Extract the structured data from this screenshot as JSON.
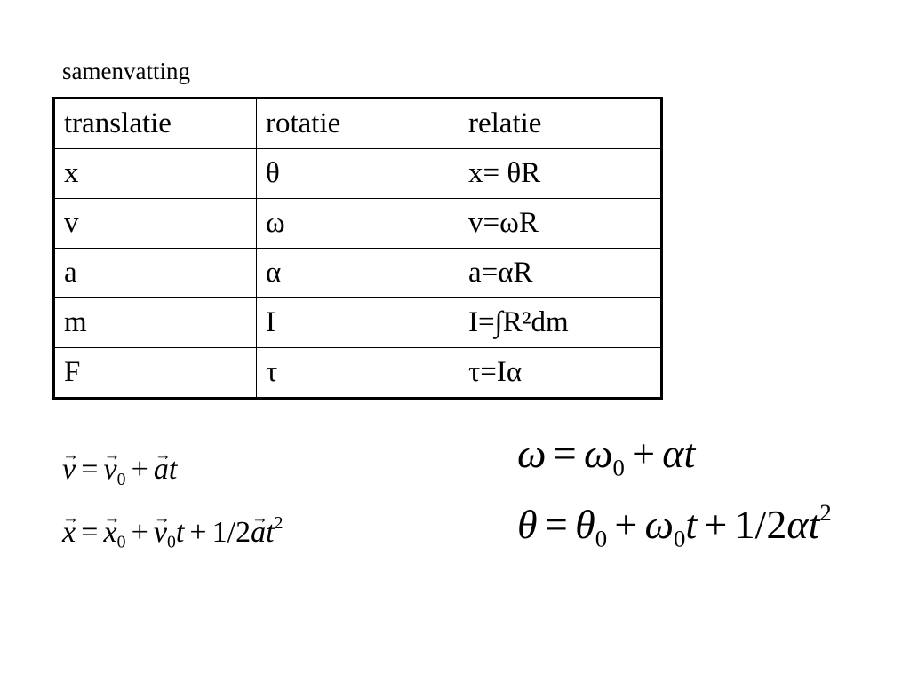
{
  "title": "samenvatting",
  "table": {
    "headers": [
      "translatie",
      "rotatie",
      "relatie"
    ],
    "rows": [
      [
        "x",
        "θ",
        "x= θR"
      ],
      [
        "v",
        "ω",
        "v=ωR"
      ],
      [
        "a",
        "α",
        "a=αR"
      ],
      [
        "m",
        "I",
        "I=∫R²dm"
      ],
      [
        "F",
        "τ",
        "τ=Iα"
      ]
    ]
  },
  "equations": {
    "linear_velocity": "v⃗ = v⃗₀ + a⃗t",
    "linear_position": "x⃗ = x⃗₀ + v⃗₀t + 1/2a⃗t²",
    "angular_velocity": "ω = ω₀ + αt",
    "angular_position": "θ = θ₀ + ω₀t + 1/2αt²"
  }
}
